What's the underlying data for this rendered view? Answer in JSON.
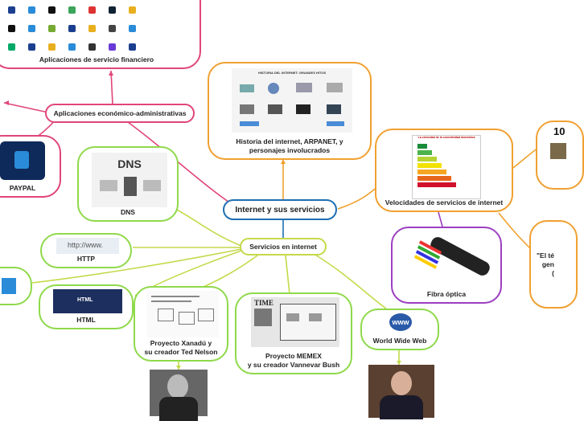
{
  "central": {
    "label": "Internet y sus servicios"
  },
  "services": {
    "label": "Servicios en internet"
  },
  "history": {
    "label": "Historia del internet, ARPANET, y\npersonajes involucrados",
    "image_title": "HISTORIA DEL INTERNET: GRANDES HITOS"
  },
  "speeds": {
    "label": "Velocidades de servicios de internet",
    "image_title": "La velocidad de la conectividad domestica"
  },
  "fiber": {
    "label": "Fibra óptica"
  },
  "econ": {
    "label": "Aplicaciones económico-administrativas"
  },
  "finance": {
    "label": "Aplicaciones de servicio financiero"
  },
  "paypal": {
    "label": "PAYPAL"
  },
  "dns": {
    "label": "DNS",
    "image_title": "DNS"
  },
  "http": {
    "label": "HTTP",
    "image_text": "http://www."
  },
  "html": {
    "label": "HTML",
    "image_text": "HTML"
  },
  "xanadu": {
    "label": "Proyecto Xanadú y\nsu creador Ted Nelson"
  },
  "memex": {
    "label": "Proyecto MEMEX\ny su creador Vannevar Bush",
    "image_title": "TIME"
  },
  "www": {
    "label": "World Wide Web",
    "icon_text": "www"
  },
  "right_top": {
    "number": "10"
  },
  "right_mid": {
    "label": "\"El té\ngen\n("
  },
  "colors": {
    "central": "#1f6fb2",
    "services": "#c5d94a",
    "econ": "#e0457b",
    "history": "#f0a030",
    "fiber": "#9b3fc0",
    "green": "#8fd94a"
  }
}
